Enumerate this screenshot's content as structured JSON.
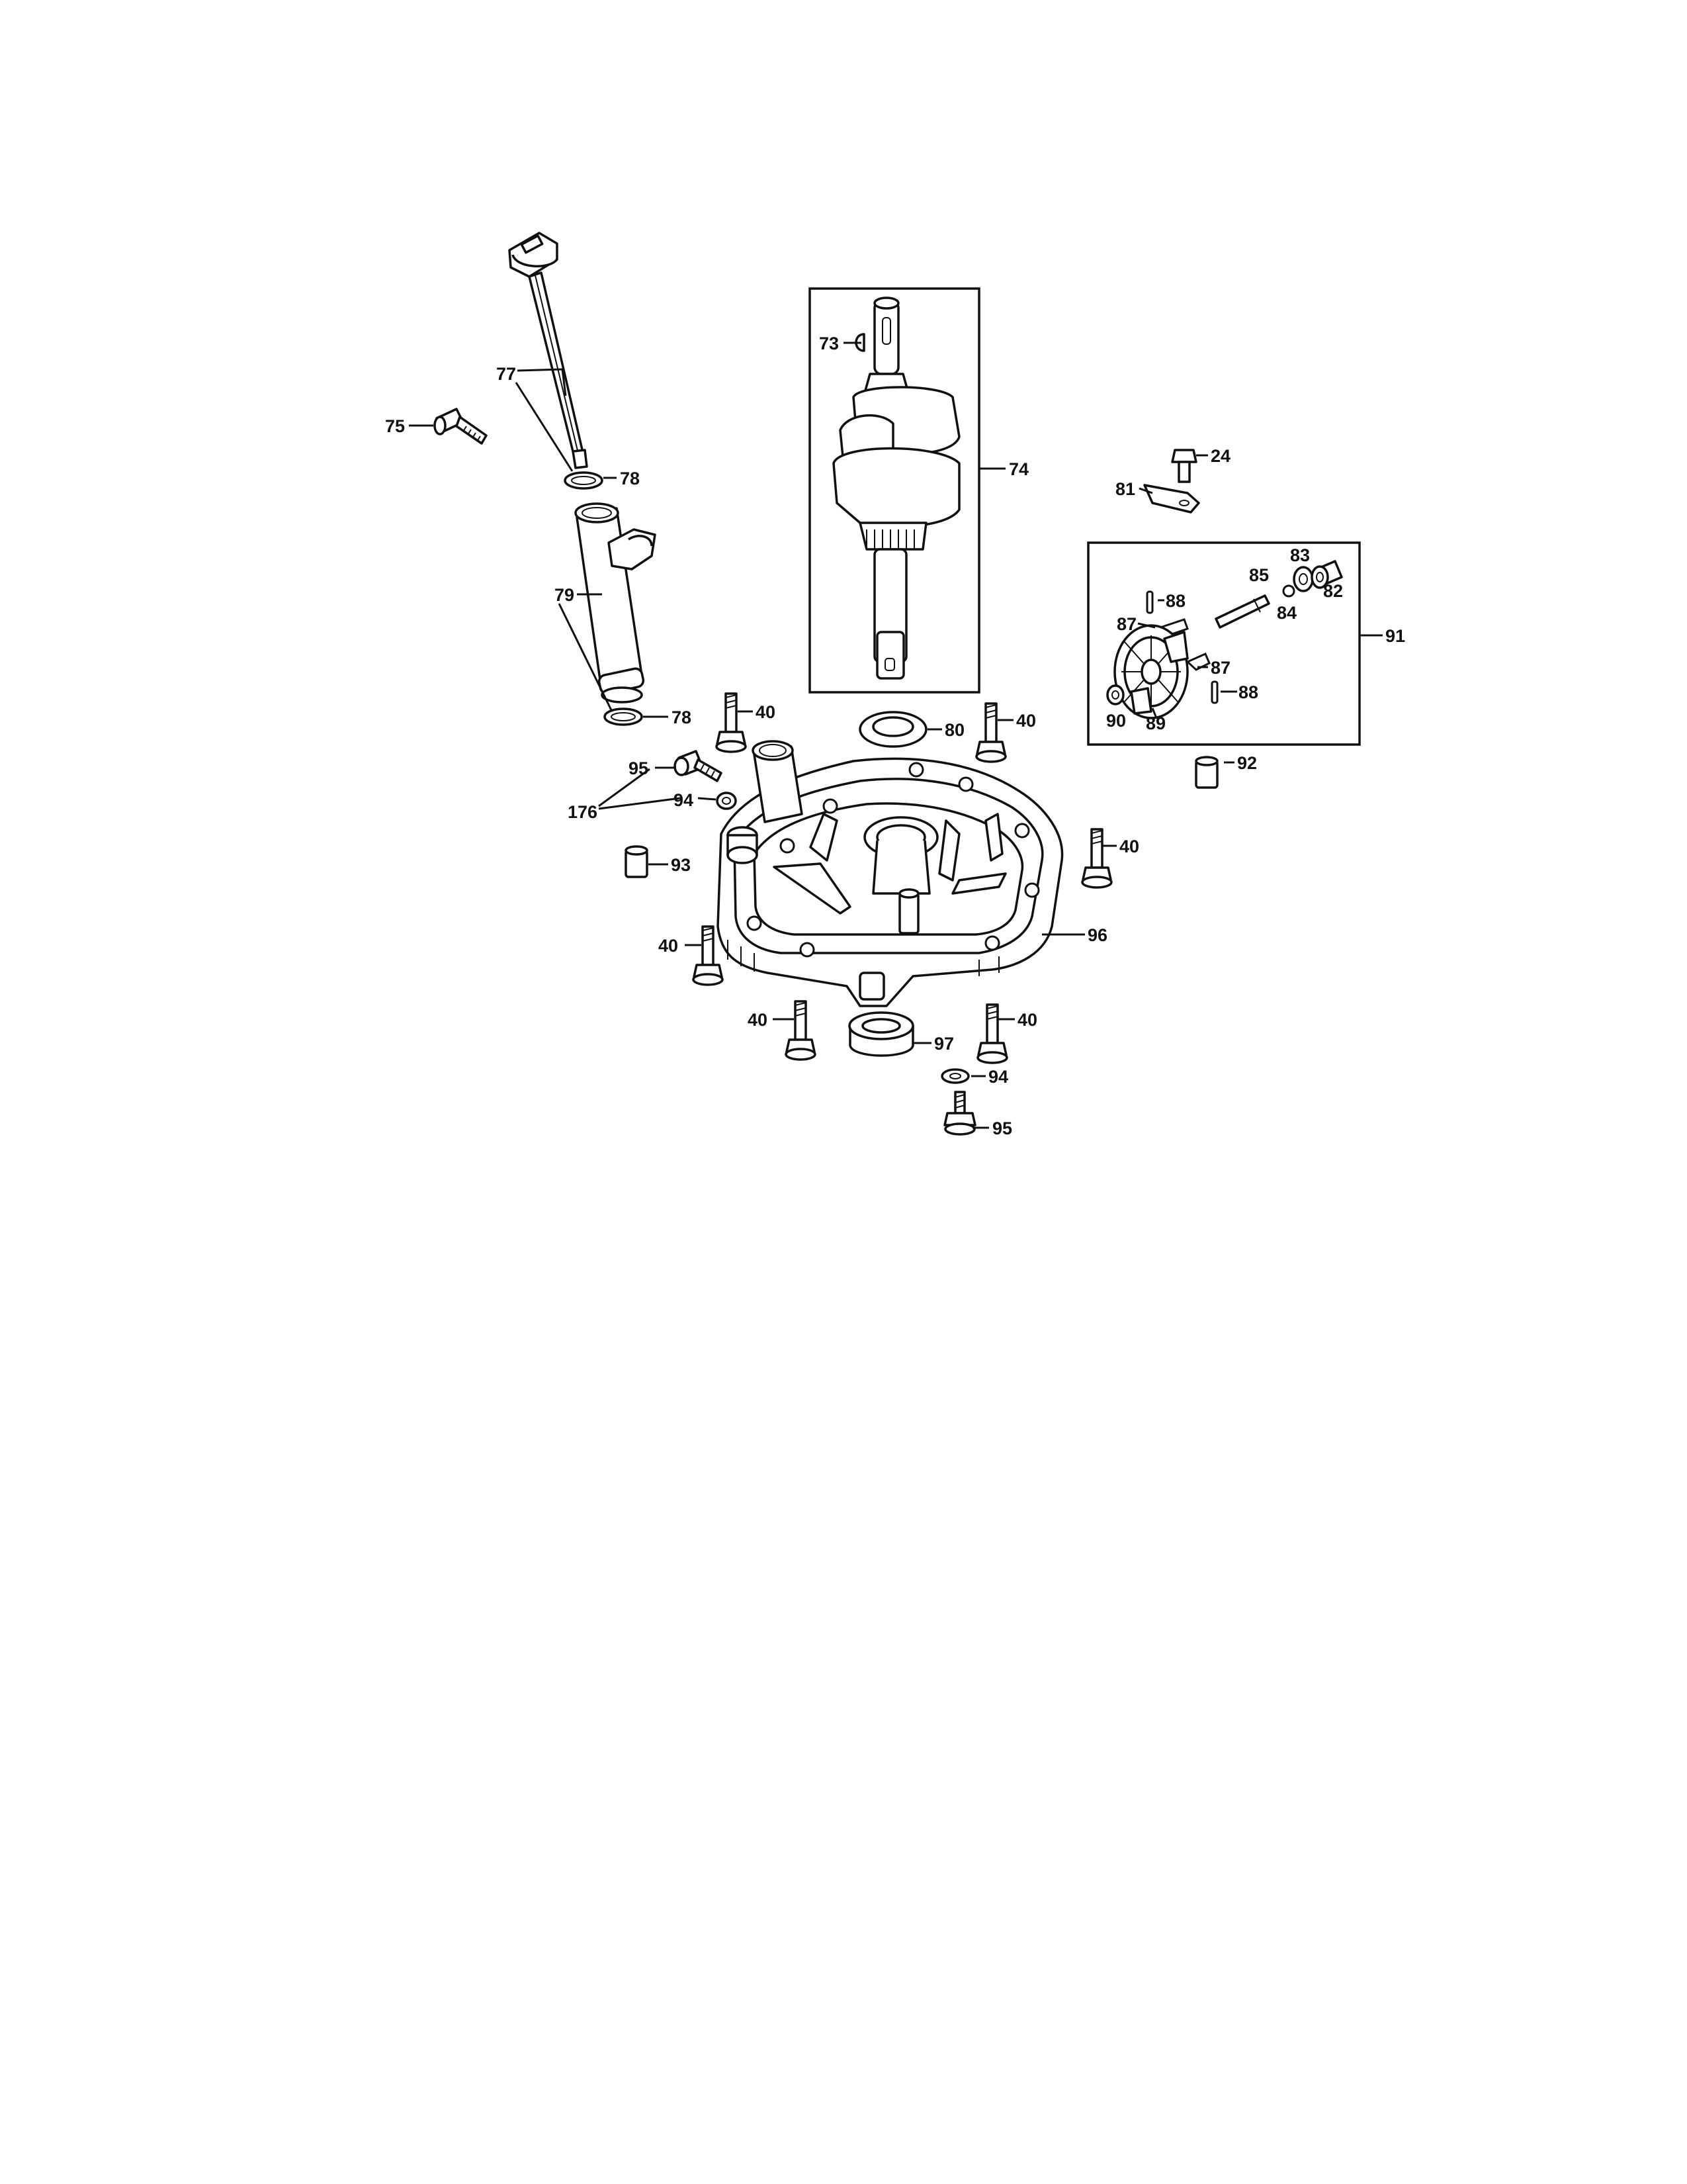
{
  "callouts": {
    "c73": "73",
    "c74": "74",
    "c75": "75",
    "c77": "77",
    "c78a": "78",
    "c78b": "78",
    "c79": "79",
    "c80": "80",
    "c24": "24",
    "c81": "81",
    "c82": "82",
    "c83": "83",
    "c84": "84",
    "c85": "85",
    "c87a": "87",
    "c87b": "87",
    "c88a": "88",
    "c88b": "88",
    "c89": "89",
    "c90": "90",
    "c91": "91",
    "c92": "92",
    "c93": "93",
    "c94a": "94",
    "c94b": "94",
    "c95a": "95",
    "c95b": "95",
    "c176": "176",
    "c96": "96",
    "c97": "97",
    "c40a": "40",
    "c40b": "40",
    "c40c": "40",
    "c40d": "40",
    "c40e": "40",
    "c40f": "40"
  }
}
